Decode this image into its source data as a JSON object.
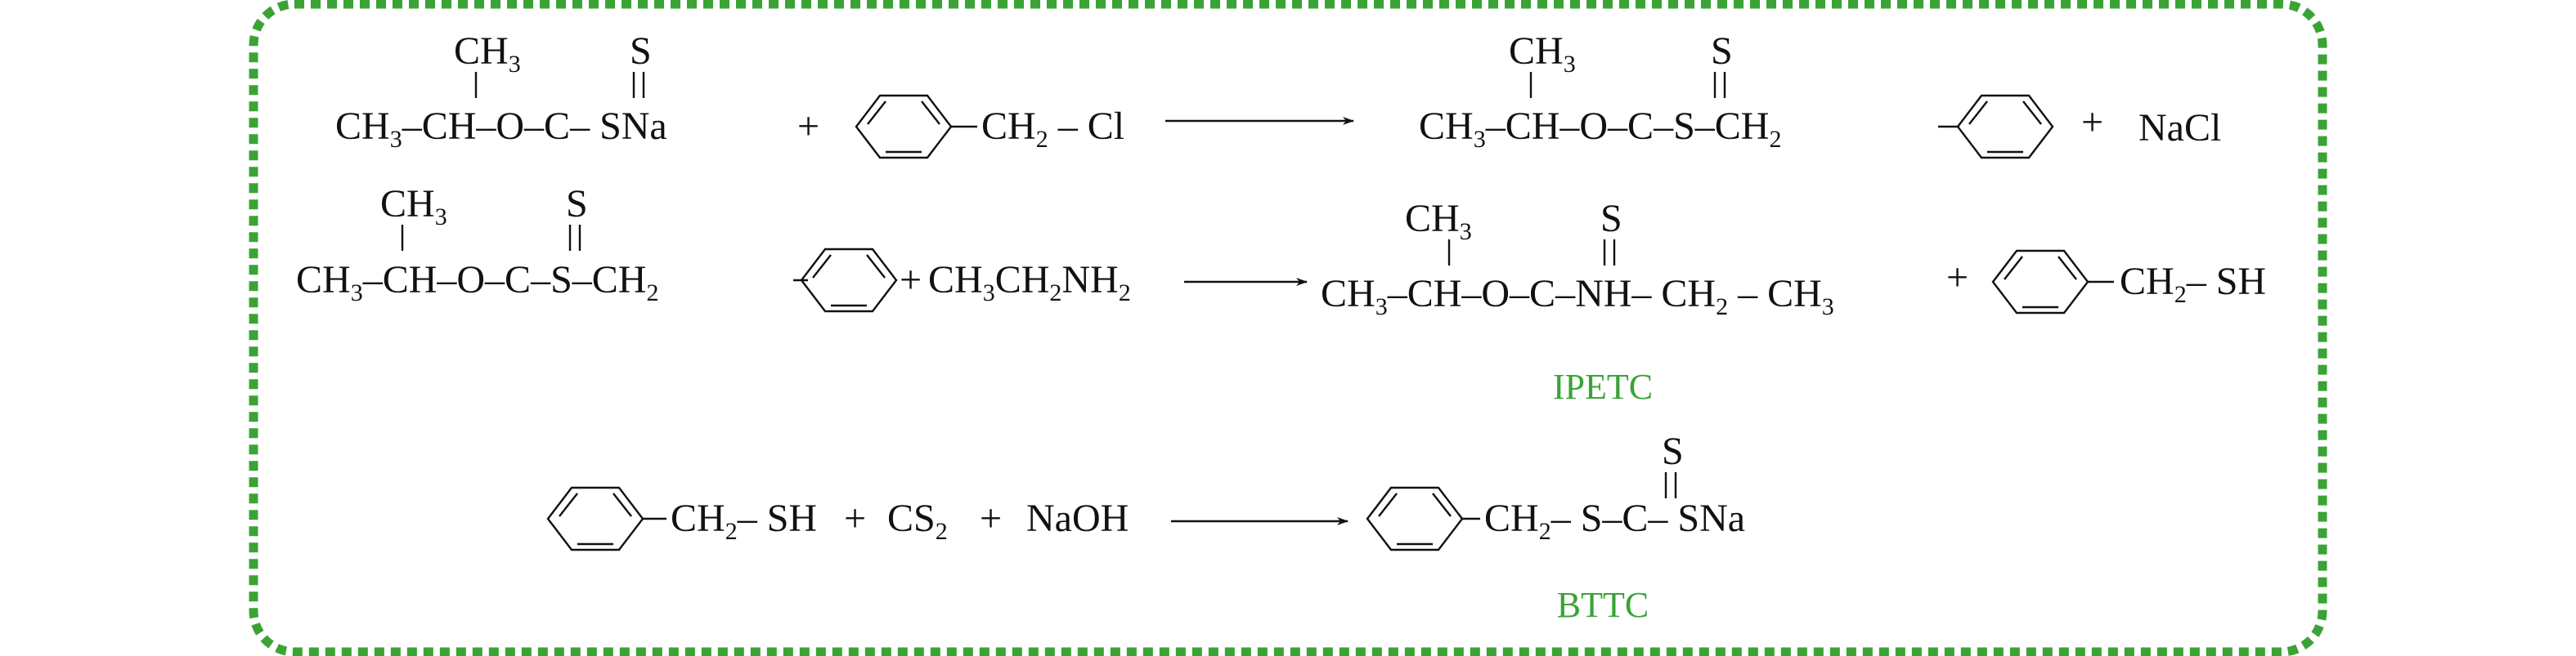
{
  "reaction_1": {
    "reactant_1": {
      "branch_methyl": [
        "CH",
        "3"
      ],
      "main_chain": [
        "CH",
        "3",
        "CH",
        "O",
        "C",
        "SNa"
      ],
      "thione": "S"
    },
    "plus": "+",
    "reactant_2": {
      "group": [
        "CH",
        "2"
      ],
      "leaving": "Cl"
    },
    "product_1": {
      "branch_methyl": [
        "CH",
        "3"
      ],
      "main_chain": [
        "CH",
        "3",
        "CH",
        "O",
        "C",
        "S",
        "CH",
        "2"
      ],
      "thione": "S"
    },
    "product_2": "NaCl"
  },
  "reaction_2": {
    "reactant_1": {
      "branch_methyl": [
        "CH",
        "3"
      ],
      "main_chain": [
        "CH",
        "3",
        "CH",
        "O",
        "C",
        "S",
        "CH",
        "2"
      ],
      "thione": "S"
    },
    "plus": "+",
    "reactant_2": [
      "CH",
      "3",
      "CH",
      "2",
      "NH",
      "2"
    ],
    "product_1": {
      "branch_methyl": [
        "CH",
        "3"
      ],
      "main_chain": [
        "CH",
        "3",
        "CH",
        "O",
        "C",
        "NH",
        "CH",
        "2",
        "CH",
        "3"
      ],
      "thione": "S"
    },
    "product_2": {
      "group": [
        "CH",
        "2"
      ],
      "thiol": "SH"
    },
    "product_label": "IPETC"
  },
  "reaction_3": {
    "reactant_1": {
      "group": [
        "CH",
        "2"
      ],
      "thiol": "SH"
    },
    "reactant_2": [
      "CS",
      "2"
    ],
    "reactant_3": "NaOH",
    "plus": "+",
    "product": {
      "group": [
        "CH",
        "2"
      ],
      "chain": [
        "S",
        "C",
        "SNa"
      ],
      "thione": "S"
    },
    "product_label": "BTTC"
  },
  "colors": {
    "border": "#3aa335",
    "label": "#3aa335",
    "ink": "#111111"
  }
}
